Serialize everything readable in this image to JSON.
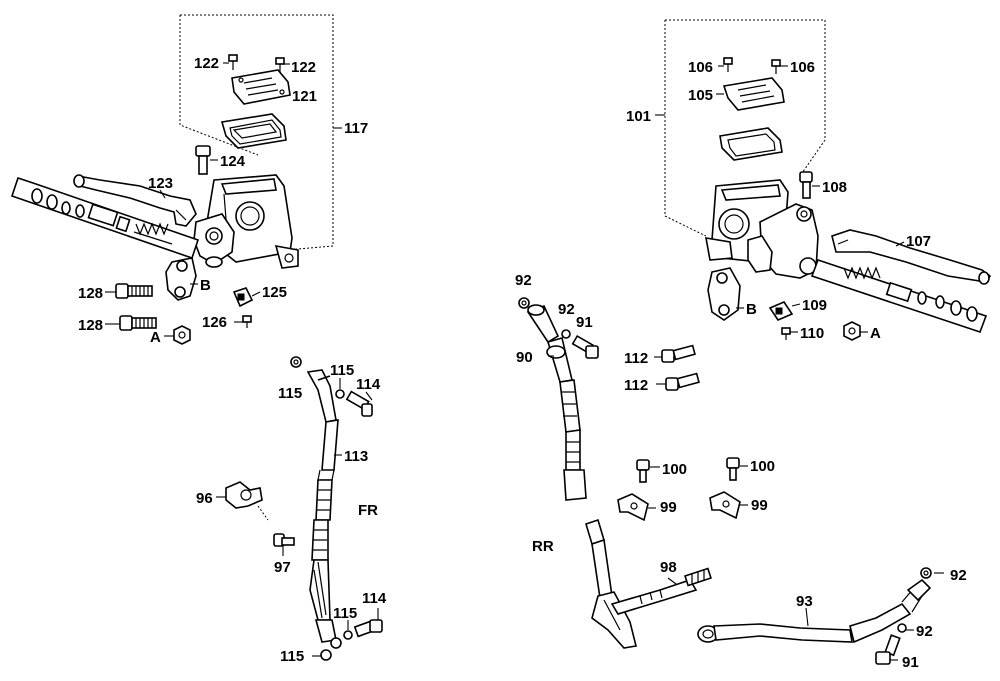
{
  "diagram": {
    "labels": [
      {
        "id": "p122a",
        "text": "122"
      },
      {
        "id": "p122b",
        "text": "122"
      },
      {
        "id": "p121",
        "text": "121"
      },
      {
        "id": "p117",
        "text": "117"
      },
      {
        "id": "p124",
        "text": "124"
      },
      {
        "id": "p123",
        "text": "123"
      },
      {
        "id": "p128a",
        "text": "128"
      },
      {
        "id": "pBl",
        "text": "B"
      },
      {
        "id": "p125",
        "text": "125"
      },
      {
        "id": "p128b",
        "text": "128"
      },
      {
        "id": "p126",
        "text": "126"
      },
      {
        "id": "pAl",
        "text": "A"
      },
      {
        "id": "p115a",
        "text": "115"
      },
      {
        "id": "p115b",
        "text": "115"
      },
      {
        "id": "p114a",
        "text": "114"
      },
      {
        "id": "p113",
        "text": "113"
      },
      {
        "id": "pFR",
        "text": "FR"
      },
      {
        "id": "p96",
        "text": "96"
      },
      {
        "id": "p97",
        "text": "97"
      },
      {
        "id": "p114b",
        "text": "114"
      },
      {
        "id": "p115c",
        "text": "115"
      },
      {
        "id": "p115d",
        "text": "115"
      },
      {
        "id": "p106a",
        "text": "106"
      },
      {
        "id": "p106b",
        "text": "106"
      },
      {
        "id": "p105",
        "text": "105"
      },
      {
        "id": "p101",
        "text": "101"
      },
      {
        "id": "p108",
        "text": "108"
      },
      {
        "id": "p107",
        "text": "107"
      },
      {
        "id": "pBr",
        "text": "B"
      },
      {
        "id": "p109",
        "text": "109"
      },
      {
        "id": "p110",
        "text": "110"
      },
      {
        "id": "pAr",
        "text": "A"
      },
      {
        "id": "p92a",
        "text": "92"
      },
      {
        "id": "p92b",
        "text": "92"
      },
      {
        "id": "p91a",
        "text": "91"
      },
      {
        "id": "p90",
        "text": "90"
      },
      {
        "id": "p112a",
        "text": "112"
      },
      {
        "id": "p112b",
        "text": "112"
      },
      {
        "id": "p100a",
        "text": "100"
      },
      {
        "id": "p100b",
        "text": "100"
      },
      {
        "id": "p99a",
        "text": "99"
      },
      {
        "id": "p99b",
        "text": "99"
      },
      {
        "id": "pRR",
        "text": "RR"
      },
      {
        "id": "p98",
        "text": "98"
      },
      {
        "id": "p93",
        "text": "93"
      },
      {
        "id": "p92c",
        "text": "92"
      },
      {
        "id": "p92d",
        "text": "92"
      },
      {
        "id": "p91b",
        "text": "91"
      }
    ]
  }
}
